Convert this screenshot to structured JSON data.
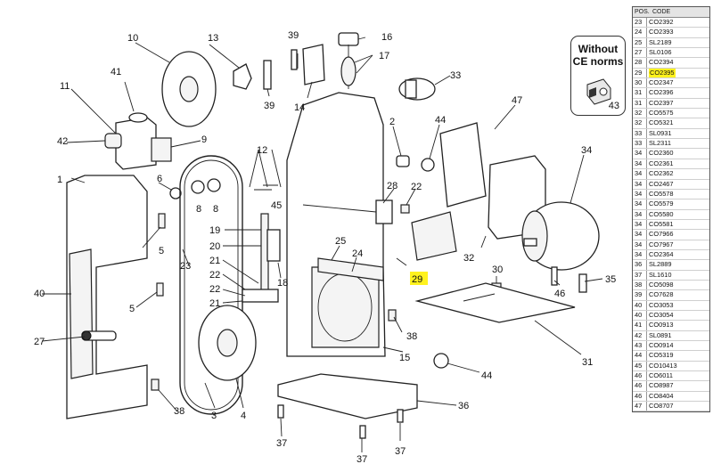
{
  "callouts": [
    "1",
    "2",
    "3",
    "4",
    "5",
    "5",
    "6",
    "8",
    "8",
    "9",
    "10",
    "11",
    "12",
    "13",
    "14",
    "15",
    "16",
    "17",
    "18",
    "19",
    "20",
    "21",
    "21",
    "22",
    "22",
    "22",
    "23",
    "24",
    "25",
    "27",
    "28",
    "29",
    "30",
    "31",
    "32",
    "33",
    "34",
    "35",
    "36",
    "37",
    "37",
    "37",
    "38",
    "38",
    "39",
    "39",
    "40",
    "41",
    "42",
    "43",
    "44",
    "44",
    "45",
    "46",
    "47"
  ],
  "highlighted_callout": "29",
  "inset": {
    "title": "Without\nCE norms",
    "callout": "43"
  },
  "table": {
    "header": {
      "pos": "POS.",
      "code": "CODE"
    },
    "rows": [
      {
        "pos": "23",
        "code": "CO2392"
      },
      {
        "pos": "24",
        "code": "CO2393"
      },
      {
        "pos": "25",
        "code": "SL2189"
      },
      {
        "pos": "27",
        "code": "SL0106"
      },
      {
        "pos": "28",
        "code": "CO2394"
      },
      {
        "pos": "29",
        "code": "CO2395",
        "highlight": true
      },
      {
        "pos": "30",
        "code": "CO2347"
      },
      {
        "pos": "31",
        "code": "CO2396"
      },
      {
        "pos": "31",
        "code": "CO2397"
      },
      {
        "pos": "32",
        "code": "CO5575"
      },
      {
        "pos": "32",
        "code": "CO5321"
      },
      {
        "pos": "33",
        "code": "SL0931"
      },
      {
        "pos": "33",
        "code": "SL2311"
      },
      {
        "pos": "34",
        "code": "CO2360"
      },
      {
        "pos": "34",
        "code": "CO2361"
      },
      {
        "pos": "34",
        "code": "CO2362"
      },
      {
        "pos": "34",
        "code": "CO2467"
      },
      {
        "pos": "34",
        "code": "CO5578"
      },
      {
        "pos": "34",
        "code": "CO5579"
      },
      {
        "pos": "34",
        "code": "CO5580"
      },
      {
        "pos": "34",
        "code": "CO5581"
      },
      {
        "pos": "34",
        "code": "CO7966"
      },
      {
        "pos": "34",
        "code": "CO7967"
      },
      {
        "pos": "34",
        "code": "CO2364"
      },
      {
        "pos": "36",
        "code": "SL2889"
      },
      {
        "pos": "37",
        "code": "SL1610"
      },
      {
        "pos": "38",
        "code": "CO5098"
      },
      {
        "pos": "39",
        "code": "CO7628"
      },
      {
        "pos": "40",
        "code": "CO3053"
      },
      {
        "pos": "40",
        "code": "CO3054"
      },
      {
        "pos": "41",
        "code": "CO0913"
      },
      {
        "pos": "42",
        "code": "SL0891"
      },
      {
        "pos": "43",
        "code": "CO0914"
      },
      {
        "pos": "44",
        "code": "CO5319"
      },
      {
        "pos": "45",
        "code": "CO10413"
      },
      {
        "pos": "46",
        "code": "CO6011"
      },
      {
        "pos": "46",
        "code": "CO8987"
      },
      {
        "pos": "46",
        "code": "CO8404"
      },
      {
        "pos": "47",
        "code": "CO8707"
      }
    ]
  }
}
